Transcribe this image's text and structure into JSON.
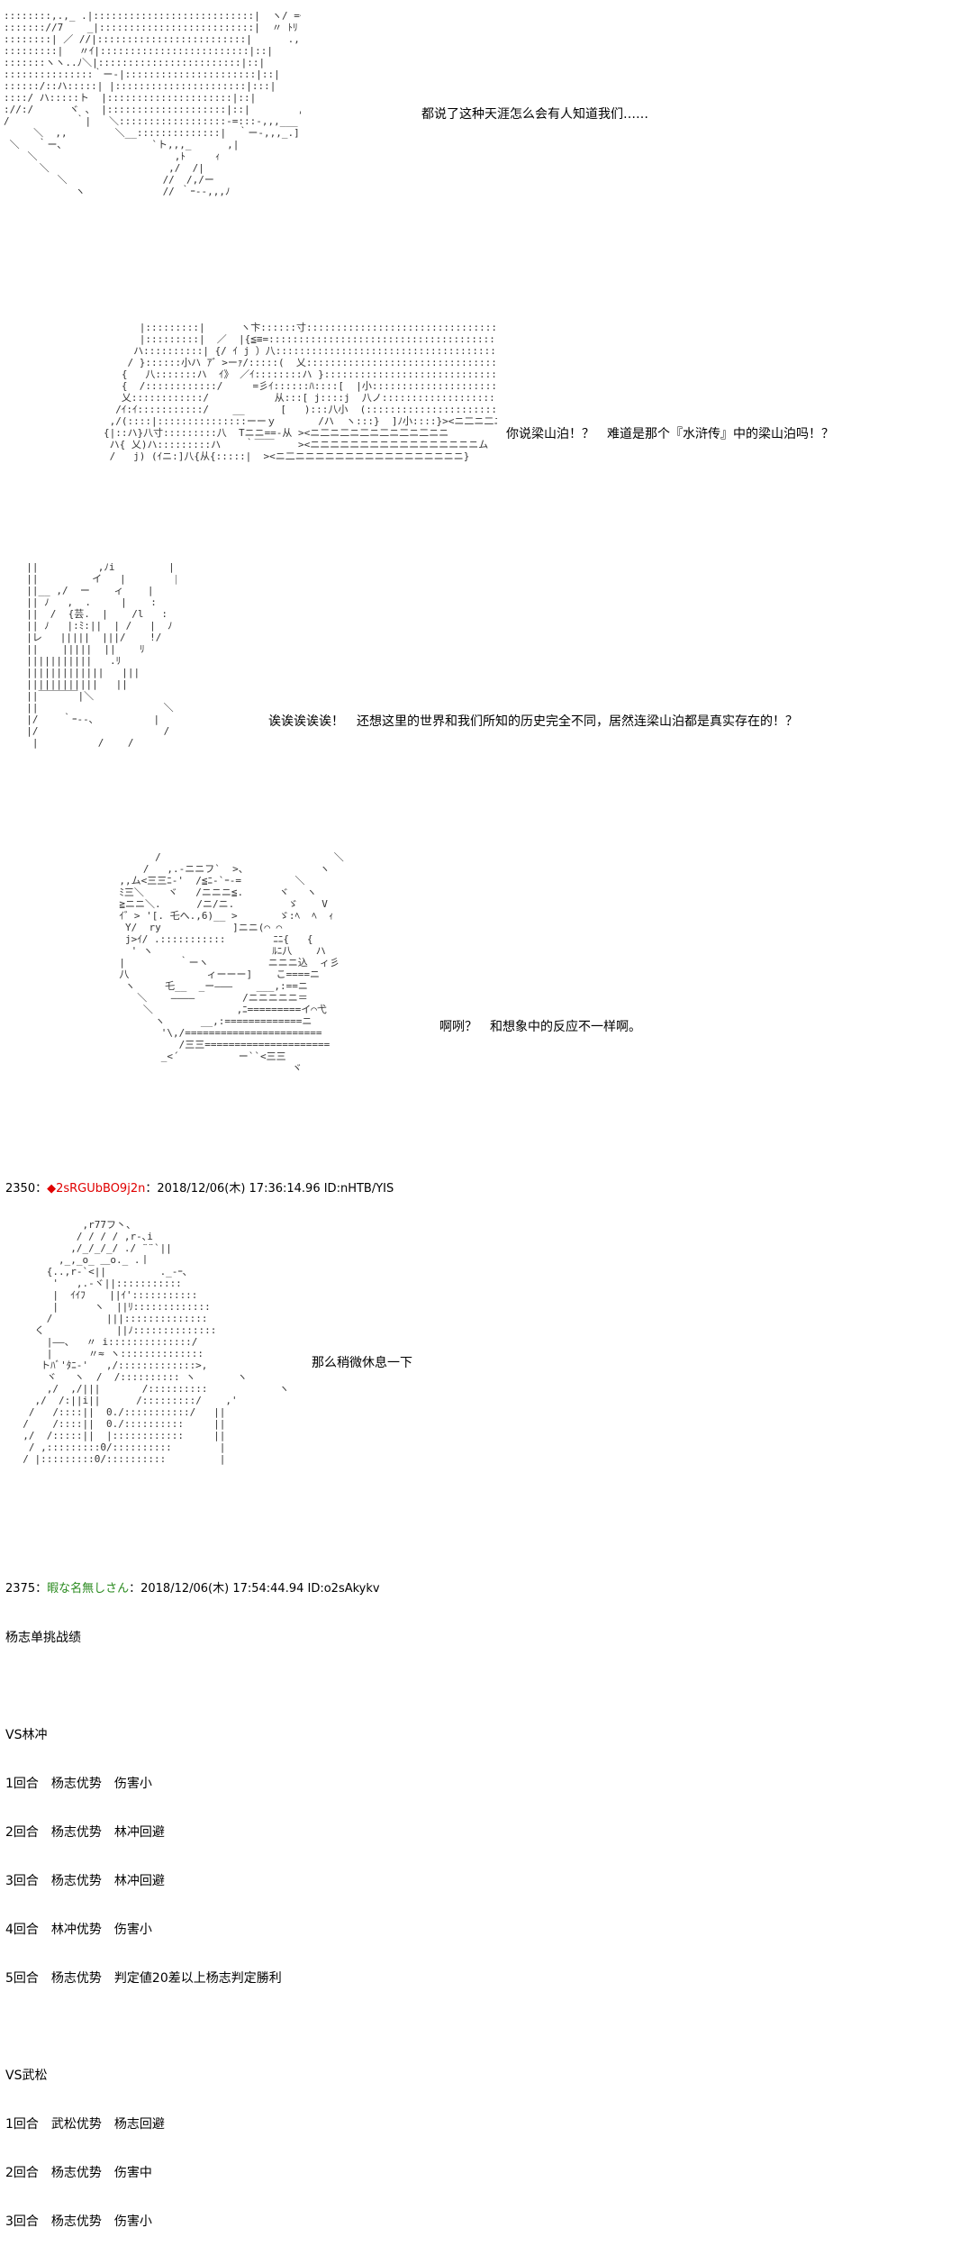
{
  "dialogues": {
    "d1": "都说了这种天涯怎么会有人知道我们……",
    "d2": "你说梁山泊！？　难道是那个『水浒传』中的梁山泊吗！？",
    "d3": "诶诶诶诶诶！　还想这里的世界和我们所知的历史完全不同，居然连梁山泊都是真实存在的！？",
    "d4": "啊咧？　和想象中的反应不一样啊。",
    "d5": "那么稍微休息一下"
  },
  "post2350": {
    "number": "2350：",
    "marker": "◆",
    "trip": "2sRGUbBO9j2n",
    "datetime": "：2018/12/06(木) 17:36:14.96 ID:nHTB/YIS"
  },
  "post2375": {
    "number": "2375：",
    "name": "暇な名無しさん",
    "datetime": "：2018/12/06(木) 17:54:44.94 ID:o2sAkykv",
    "title": "杨志单挑战绩",
    "vs1_title": "VS林冲",
    "vs1_rows": [
      "1回合　杨志优势　伤害小",
      "2回合　杨志优势　林冲回避",
      "3回合　杨志优势　林冲回避",
      "4回合　林冲优势　伤害小",
      "5回合　杨志优势　判定値20差以上杨志判定勝利"
    ],
    "vs2_title": "VS武松",
    "vs2_rows": [
      "1回合　武松优势　杨志回避",
      "2回合　杨志优势　伤害中",
      "3回合　杨志优势　伤害小"
    ]
  },
  "ascii_art": {
    "panel1": "::::::::,.,_ .|:::::::::::::::::::::::::::|  ヽ/ =ｲﾐ |/ﾉ::::://:::::::/|\n::::::://7    _|::::::::::::::::::::::::::|  〃 ﾄﾘ    [::://:::/:/ハ:::/\n::::::::| ／ //|:::::::::::::::::::::::::|      .,ビ   .,ﾍケ  ,/:::/ |/\n:::::::::|　 〃ｲ|:::::::::::::::::::::::::|::|          ::::::::  ヾ   /\n:::::::ヽヽ..ﾉ＼|::::::::::::::::::::::::|::|                      ヽ\n:::::::::::::::｀ー-|::::::::::::::::::::::|::|               ,.-'\n::::::/::ハ:::::| |::::::::::::::::::::::|:::|           / ｲ\n::::/ ハ:::::ト  |:::::::::::::::::::::|::|         ,/  ,ト,\n://:/      ヾ 、 |::::::::::::::::::::|::|        ,r'  ,,\n/           ｀|   ＼::::::::::::::::::-=:::-,,,___ |\n     ＼  ,,        ＼__::::::::::::::|  ｀ー-,,,_.]\n ＼   ｀ー､               `ト,,,_      ,|\n    ＼                       ,ﾄ     ｨ\n      ＼                    ,/  /|\n         ＼                //  /,/ー\n            ヽ             // ｀ｰ--,,,ﾉ",
    "panel2": "              |:::::::::|      ヽ卞::::::寸::::::::::::::::::::::::::::::::::::::::::::八\n              |:::::::::|  ／  |{≦≡=:::::::::::::::::::::::::::::::::::::::::::::::ム\n             ハ::::::::::| {/ ｲ j ）八:::::::::::::::::::::::::::::::::::::::::::::ム\n            / }::::::小ハ ｱ゛>ーｧ/:::::(  乂:::::::::::::::::::::::::::::::::::::::|::::ム\n           {   八:::::::ハ  ｲ》 ／ｲ::::::::ハ }::::::::::::::::::::::::::::::::::::从::::ハ\n           {  /::::::::::::/     =彡ｲ::::::ﾊ::::[  |小::::::::::::::::::::::::::::::八)  小八\n           乂::::::::::::/           从:::[ j::::j  八ノ::::::::::::::::::::::::::><ニニニニｱ\n          /ｲ:ｲ:::::::::::/    __      [   ):::八小  (::::::::::::::::::::::><ニ二ニ二二ニ\n         ,/(::::|:::::::::::::::ーーｙ       /ハ  ヽ:::}  ]ﾉ小::::}><ニ二ニ二ニ二ニ二ニ二\n        {|::ハ}八寸:::::::::八  Tニニ==-从 ><ニ二ニ二ニ二ニ二ニ二ニ二ニニ\n         ハ{ 乂)ハ:::::::::ハ    ｀￣￣    ><ニニニニニニニニニニニニニニニニニム\n         /   j) (ｲニ:]八{从{:::::|  ><ニ二ニニニニニニニニニニニニニニニニニ}",
    "panel3": "  ||          ,ﾉi         |\n  ||         イ   |        |\n  ||__ ,/  ー    ィ    |\n  || ﾉ   ,  .     |    :   |\n  ||  /  {芸.  |    /l   :\n  || ﾉ   |:ﾐ:||  | /   |  ﾉ\n  |レ   |||||  |||/    !/\n  ||    |||||  ||    ﾘ\n  |||||||||||   .ﾘ\n  |||||||||||||   |||\n  ||||||||||||   ||\n  ||￣￣￣￣|＼\n  ||                     ＼\n  |/    ｀ｰ-‐､          |\n  |/                     /\n   |          /    /",
    "panel4": "             /                             ＼\n           /   ,.-ニニフ`  >、            ヽ\n       ,,ム<三三ﾆ-'  /≦ﾆ-`ｰ-=         ＼\n       ﾐ三＼    ヾ   /ニニニ≦.      ヾ   ヽ\n       ≧ニニ＼.      /ニ/ニ.         ゞ    V\n       ｲ゛> '[. 乇へ.,6)__ >       ゞ:ﾍ  ﾍ  ｨ\n        Y/  ry            ]ニニ(⌒ ⌒\n        j>ｲ/ .:::::::::::        ﾆﾆ{   {\n         ' ヽ                    ﾙﾆ八    ハ\n       |         ｀ーヽ          ニニニ込  ィ彡\n       八             ィーーー]    こ====ニ\n        ヽ     乇__  _ー―――    ___,:==ニ\n          ＼    ――――        /ニニニニニ＝\n           ＼              ,ﾆ=========イ⌒弋\n             ヽ      __,:=============ニ\n              '\\,/=======================\n                 /三三=====================\n              _<´          ー``<三三\n                                    ヾ",
    "panel5": "            ,r77フ丶、\n           / / / / ,r‐､i\n          ,/_/_/_/ ./ ¨¨`||\n        ,_,_o_ ＿o._ .丨\n      {..,r‐`<||         ._-ｰ､\n       '   ,.-ヾ||:::::::::::\n       |  ｲｲﾌ    ||ｲ':::::::::::\n       |      ヽ  ||ﾘ:::::::::::::\n      /         |||::::::::::::::\n    く            ||ﾉ::::::::::::::\n      |――、  〃 i::::::::::::::/\n      |      〃≈ ヽ::::::::::::::\n     トﾊﾞ'ﾀﾆ-'   ,/:::::::::::::>,\n      ヾ   ヽ  /  /:::::::::: ヽ       ヽ\n      ,/  ,/|||       /::::::::::            ヽ\n    ,/  /:||i||      /:::::::::/    ,'              ヽ\n   /   /::::||  0./:::::::::::/   ||\n  /    /::::||  0./::::::::::     ||\n  ,/  /:::::||  |::::::::::::     ||\n   / ,:::::::::0/::::::::::        |\n  / |:::::::::0/::::::::::         |"
  }
}
